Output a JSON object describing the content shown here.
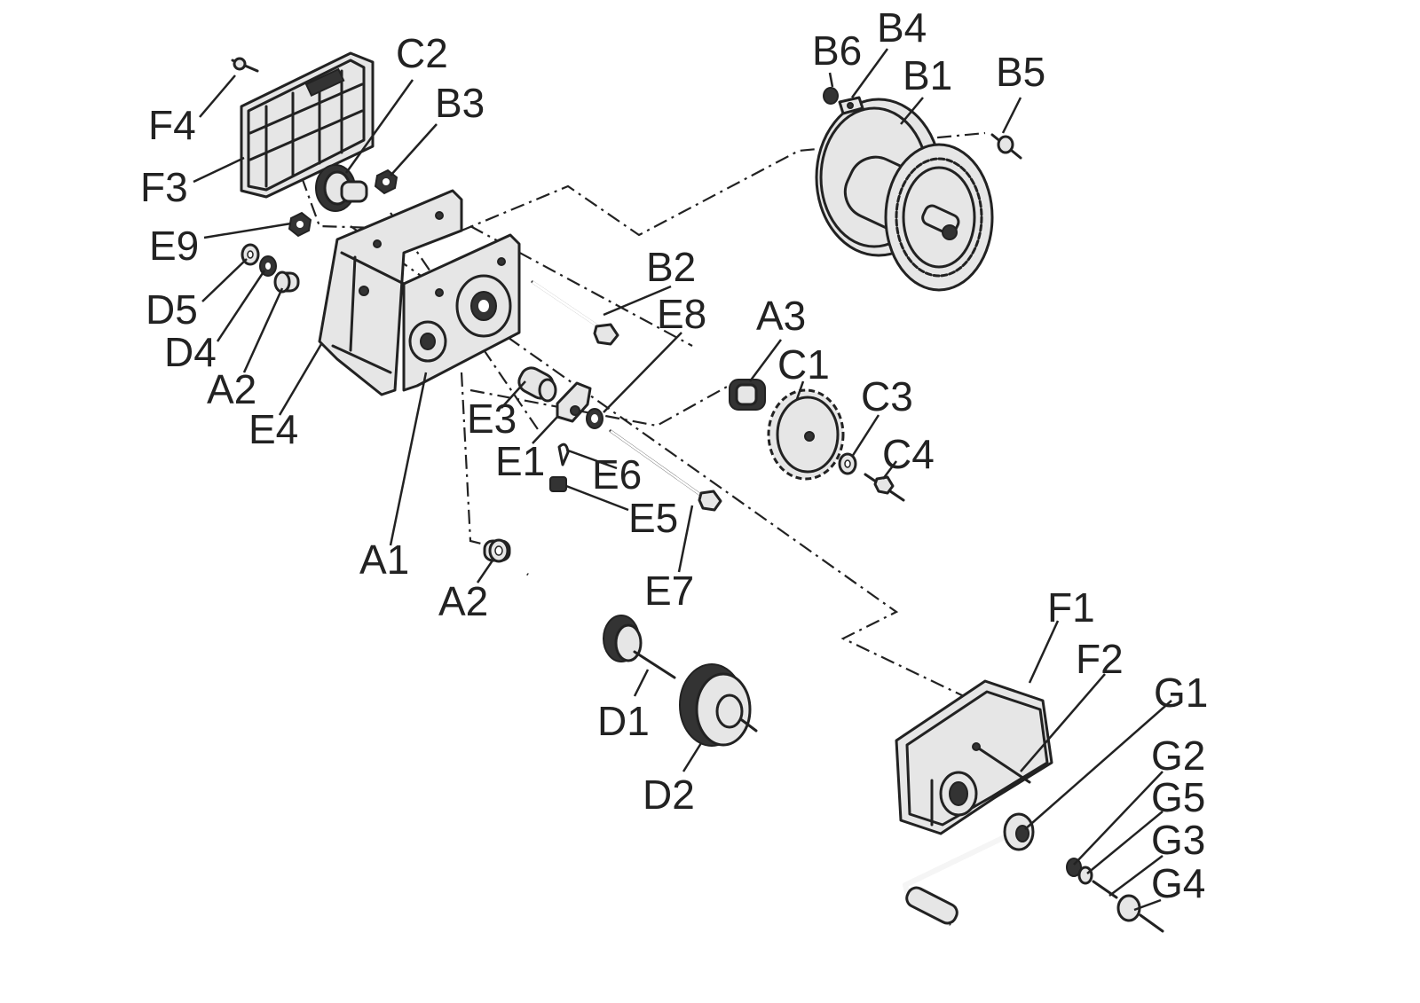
{
  "figure": {
    "labels": [
      {
        "id": "F4",
        "text": "F4"
      },
      {
        "id": "F3",
        "text": "F3"
      },
      {
        "id": "C2",
        "text": "C2"
      },
      {
        "id": "B3",
        "text": "B3"
      },
      {
        "id": "B6",
        "text": "B6"
      },
      {
        "id": "B4",
        "text": "B4"
      },
      {
        "id": "B1",
        "text": "B1"
      },
      {
        "id": "B5",
        "text": "B5"
      },
      {
        "id": "E9",
        "text": "E9"
      },
      {
        "id": "D5",
        "text": "D5"
      },
      {
        "id": "D4",
        "text": "D4"
      },
      {
        "id": "A2a",
        "text": "A2"
      },
      {
        "id": "E4",
        "text": "E4"
      },
      {
        "id": "B2",
        "text": "B2"
      },
      {
        "id": "E8",
        "text": "E8"
      },
      {
        "id": "A3",
        "text": "A3"
      },
      {
        "id": "C1",
        "text": "C1"
      },
      {
        "id": "C3",
        "text": "C3"
      },
      {
        "id": "C4",
        "text": "C4"
      },
      {
        "id": "E3",
        "text": "E3"
      },
      {
        "id": "E1",
        "text": "E1"
      },
      {
        "id": "E6",
        "text": "E6"
      },
      {
        "id": "E5",
        "text": "E5"
      },
      {
        "id": "A1",
        "text": "A1"
      },
      {
        "id": "A2b",
        "text": "A2"
      },
      {
        "id": "E7",
        "text": "E7"
      },
      {
        "id": "D1",
        "text": "D1"
      },
      {
        "id": "D2",
        "text": "D2"
      },
      {
        "id": "F1",
        "text": "F1"
      },
      {
        "id": "F2",
        "text": "F2"
      },
      {
        "id": "G1",
        "text": "G1"
      },
      {
        "id": "G2",
        "text": "G2"
      },
      {
        "id": "G5",
        "text": "G5"
      },
      {
        "id": "G3",
        "text": "G3"
      },
      {
        "id": "G4",
        "text": "G4"
      }
    ]
  }
}
